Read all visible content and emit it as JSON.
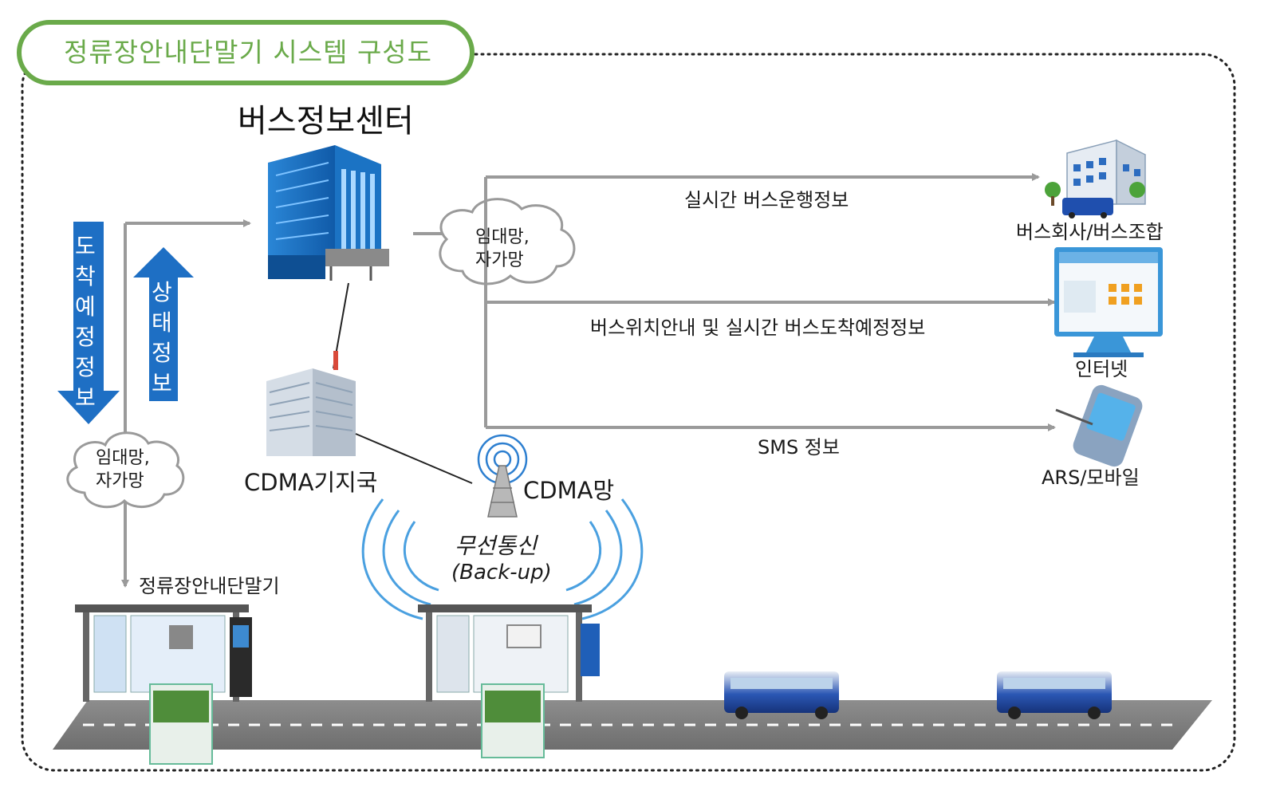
{
  "title": "정류장안내단말기 시스템 구성도",
  "center": {
    "label": "버스정보센터"
  },
  "left_flow": {
    "down_label": "도착예정정보",
    "up_label": "상태정보",
    "cloud_line1": "임대망,",
    "cloud_line2": "자가망",
    "terminal_label": "정류장안내단말기"
  },
  "right_cloud": {
    "line1": "임대망,",
    "line2": "자가망"
  },
  "cdma": {
    "base_station_label": "CDMA기지국",
    "network_label": "CDMA망",
    "wireless_line1": "무선통신",
    "wireless_line2": "(Back-up)"
  },
  "outputs": [
    {
      "flow": "실시간 버스운행정보",
      "target": "버스회사/버스조합",
      "icon": "bus-company-icon"
    },
    {
      "flow": "버스위치안내 및 실시간 버스도착예정정보",
      "target": "인터넷",
      "icon": "monitor-icon"
    },
    {
      "flow": "SMS 정보",
      "target": "ARS/모바일",
      "icon": "pda-icon"
    }
  ],
  "colors": {
    "title_border": "#6aaa4a",
    "title_text": "#6aaa4a",
    "arrow_blue": "#1e6fc4",
    "line_gray": "#9a9a9a"
  }
}
